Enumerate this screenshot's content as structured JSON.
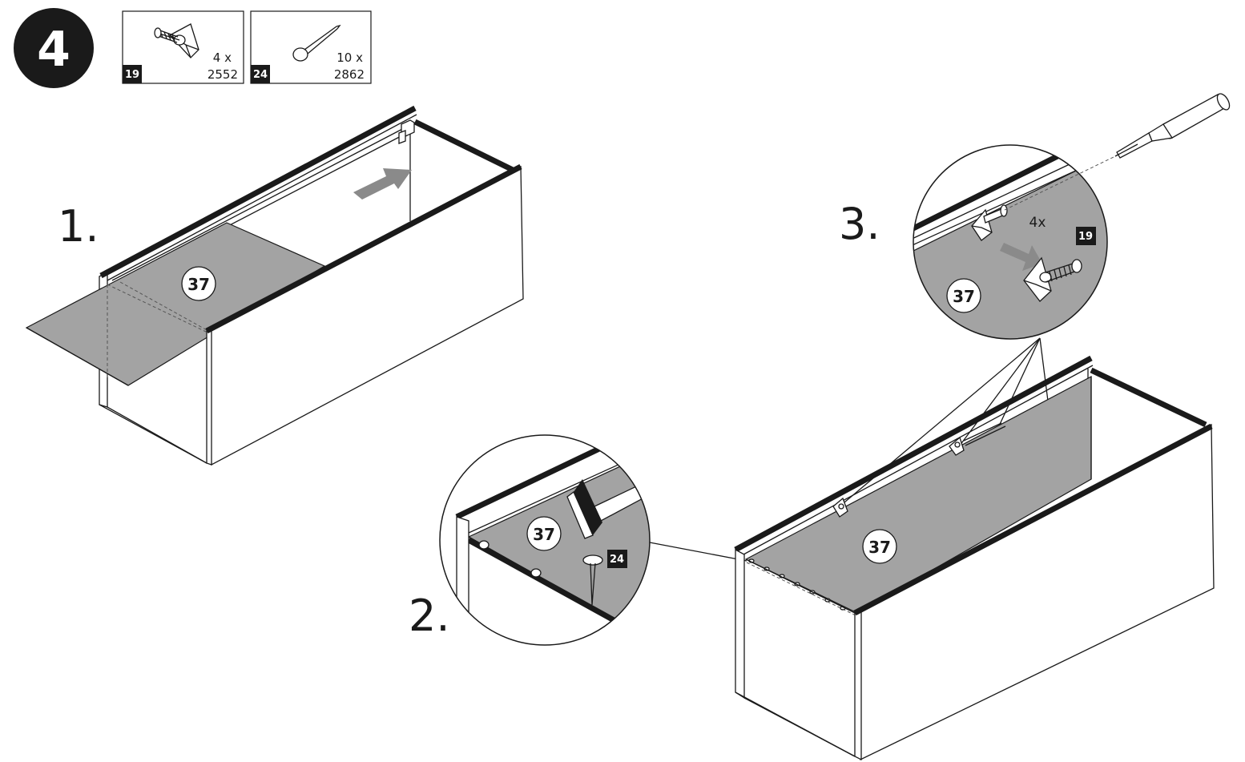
{
  "step": {
    "number": "4"
  },
  "parts": [
    {
      "tag": "19",
      "quantity": "4 x",
      "code": "2552",
      "icon": "dowel-screw-bracket-icon"
    },
    {
      "tag": "24",
      "quantity": "10 x",
      "code": "2862",
      "icon": "nail-icon"
    }
  ],
  "substeps": {
    "one": {
      "label": "1.",
      "panel_id": "37"
    },
    "two": {
      "label": "2.",
      "panel_id": "37",
      "part_tag": "24"
    },
    "three": {
      "label": "3.",
      "panel_id": "37",
      "part_tag": "19",
      "count": "4x"
    },
    "main": {
      "panel_id": "37"
    }
  },
  "colors": {
    "panel": "#a3a3a3",
    "ink": "#1a1a1a",
    "arrow": "#8a8a8a"
  }
}
